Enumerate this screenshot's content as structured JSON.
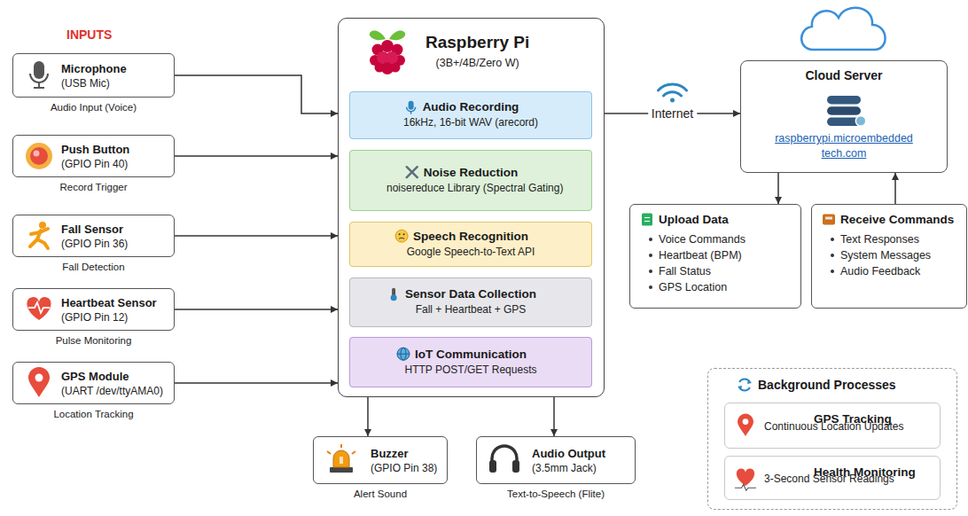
{
  "diagram": {
    "nodes": [
      {
        "text": [
          "Microphone",
          "(USB Mic)",
          "Audio Input (Voice)"
        ]
      },
      {
        "text": [
          "Push Button",
          "(GPIO Pin 40)",
          "Record Trigger"
        ]
      },
      {
        "text": [
          "Fall Sensor",
          "(GPIO Pin 36)",
          "Fall Detection"
        ]
      },
      {
        "text": [
          "Heartbeat Sensor",
          "(GPIO Pin 12)",
          "Pulse Monitoring"
        ]
      },
      {
        "text": [
          "GPS Module",
          "(UART /dev/ttyAMA0)",
          "Location Tracking"
        ]
      },
      {
        "text": [
          "Raspberry Pi",
          "(3B+/4B/Zero W)"
        ]
      },
      {
        "text": [
          "Audio Recording",
          "16kHz, 16-bit WAV (arecord)"
        ],
        "in": 5
      },
      {
        "text": [
          "Noise Reduction",
          "noisereduce Library (Spectral Gating)"
        ],
        "in": 5
      },
      {
        "text": [
          "Speech Recognition",
          "Google Speech-to-Text API"
        ],
        "in": 5
      },
      {
        "text": [
          "Sensor Data Collection",
          "Fall + Heartbeat + GPS"
        ],
        "in": 5
      },
      {
        "text": [
          "IoT Communication",
          "HTTP POST/GET Requests"
        ],
        "in": 5
      },
      {
        "text": [
          "Cloud Server",
          "raspberrypi.microembedded tech.com"
        ]
      },
      {
        "text": [
          "Upload Data",
          "Voice Commands",
          "Heartbeat (BPM)",
          "Fall Status",
          "GPS Location"
        ]
      },
      {
        "text": [
          "Receive Commands",
          "Text Responses",
          "System Messages",
          "Audio Feedback"
        ]
      },
      {
        "text": [
          "Background Processes"
        ]
      },
      {
        "text": [
          "GPS Tracking",
          "Continuous Location Updates"
        ],
        "in": 14
      },
      {
        "text": [
          "Health Monitoring",
          "3-Second Sensor Readings"
        ],
        "in": 14
      },
      {
        "text": [
          "Buzzer",
          "(GPIO Pin 38)",
          "Alert Sound"
        ]
      },
      {
        "text": [
          "Audio Output",
          "(3.5mm Jack)",
          "Text-to-Speech (Flite)"
        ]
      }
    ],
    "edges": [
      {
        "from": 0,
        "to": 5,
        "arrow": "to"
      },
      {
        "from": 1,
        "to": 5,
        "arrow": "to"
      },
      {
        "from": 2,
        "to": 5,
        "arrow": "to"
      },
      {
        "from": 3,
        "to": 5,
        "arrow": "to"
      },
      {
        "from": 4,
        "to": 5,
        "arrow": "to"
      },
      {
        "from": 5,
        "to": 11,
        "label": "Internet",
        "arrow": "to"
      },
      {
        "from": 11,
        "to": 12,
        "arrow": "to"
      },
      {
        "from": 13,
        "to": 11,
        "arrow": "to"
      },
      {
        "from": 5,
        "to": 17,
        "arrow": "to"
      },
      {
        "from": 5,
        "to": 18,
        "arrow": "to"
      }
    ],
    "labels": [
      "INPUTS"
    ]
  }
}
